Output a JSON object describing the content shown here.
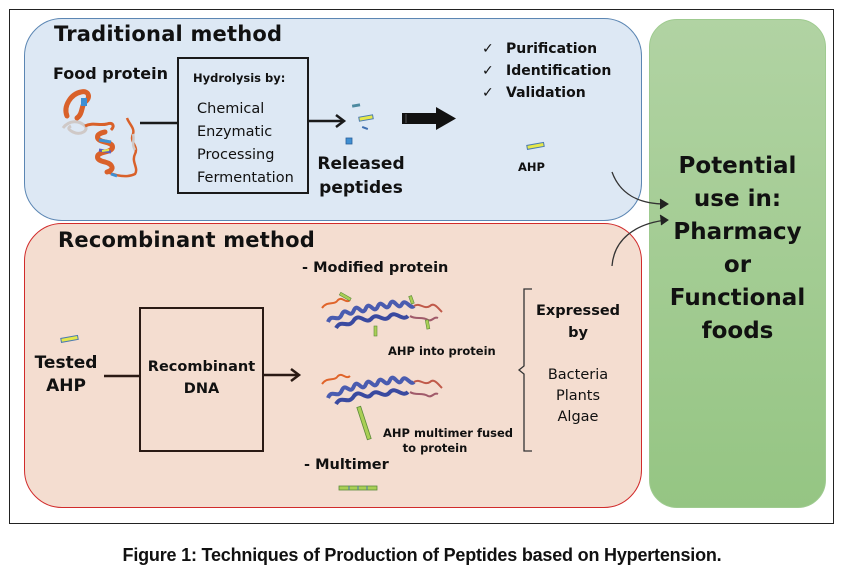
{
  "traditional": {
    "title": "Traditional method",
    "input_label": "Food protein",
    "hydrolysis": {
      "heading": "Hydrolysis by:",
      "methods": [
        "Chemical",
        "Enzymatic",
        "Processing",
        "Fermentation"
      ]
    },
    "released_label": [
      "Released",
      "peptides"
    ],
    "steps": [
      "Purification",
      "Identification",
      "Validation"
    ],
    "check_glyph": "✓",
    "result_label": "AHP"
  },
  "recombinant": {
    "title": "Recombinant method",
    "input_label": [
      "Tested",
      "AHP"
    ],
    "process_label": [
      "Recombinant",
      "DNA"
    ],
    "modified_heading": "- Modified protein",
    "modified_caption": "AHP into protein",
    "fused_caption": [
      "AHP multimer fused",
      "to protein"
    ],
    "multimer_heading": "- Multimer",
    "expressed": {
      "heading": [
        "Expressed",
        "by"
      ],
      "hosts": [
        "Bacteria",
        "Plants",
        "Algae"
      ]
    }
  },
  "use": {
    "lines": [
      "Potential",
      "use in:",
      "Pharmacy",
      "or",
      "Functional",
      "foods"
    ]
  },
  "caption": "Figure 1: Techniques of Production of Peptides based on Hypertension.",
  "colors": {
    "traditional_bg": "#dde8f4",
    "traditional_border": "#5b86b3",
    "recombinant_bg": "#f4ddd0",
    "recombinant_border": "#d12b2b",
    "use_bg": "#a3cc92",
    "peptide_yellow": "#e6e84a",
    "protein_orange": "#e0642a",
    "protein_blue": "#4a5cb0"
  }
}
